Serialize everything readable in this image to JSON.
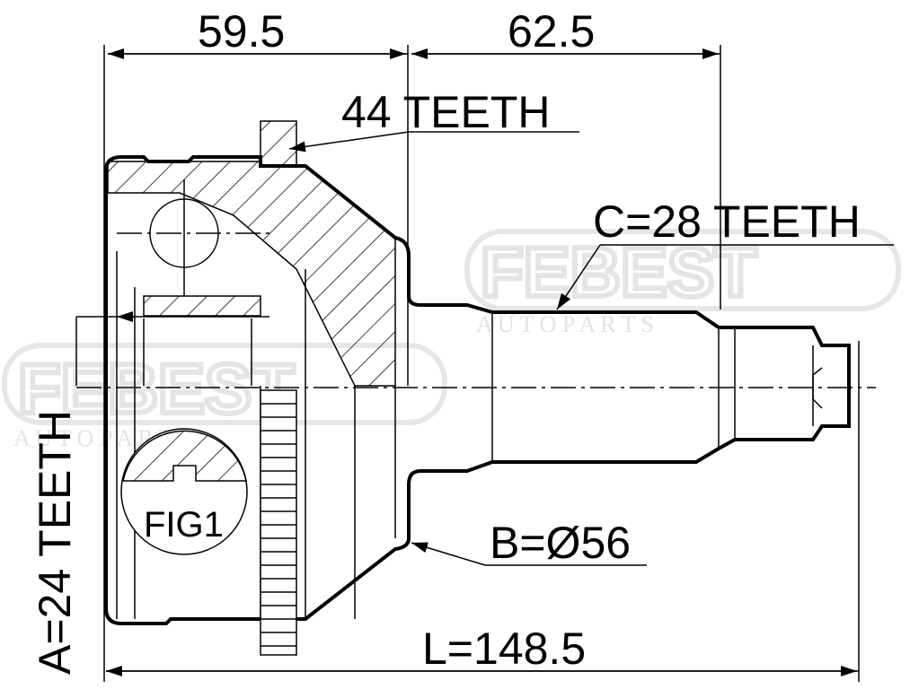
{
  "drawing": {
    "dim_top_left": "59.5",
    "dim_top_right": "62.5",
    "label_abs_ring": "44 TEETH",
    "label_outer_spline": "C=28 TEETH",
    "label_inner_spline": "A=24 TEETH",
    "label_seal_diameter": "B=Ø56",
    "label_length": "L=148.5",
    "label_figure": "FIG1",
    "watermark_brand": "FEBEST",
    "watermark_sub": "A U T O   P A R T S"
  }
}
